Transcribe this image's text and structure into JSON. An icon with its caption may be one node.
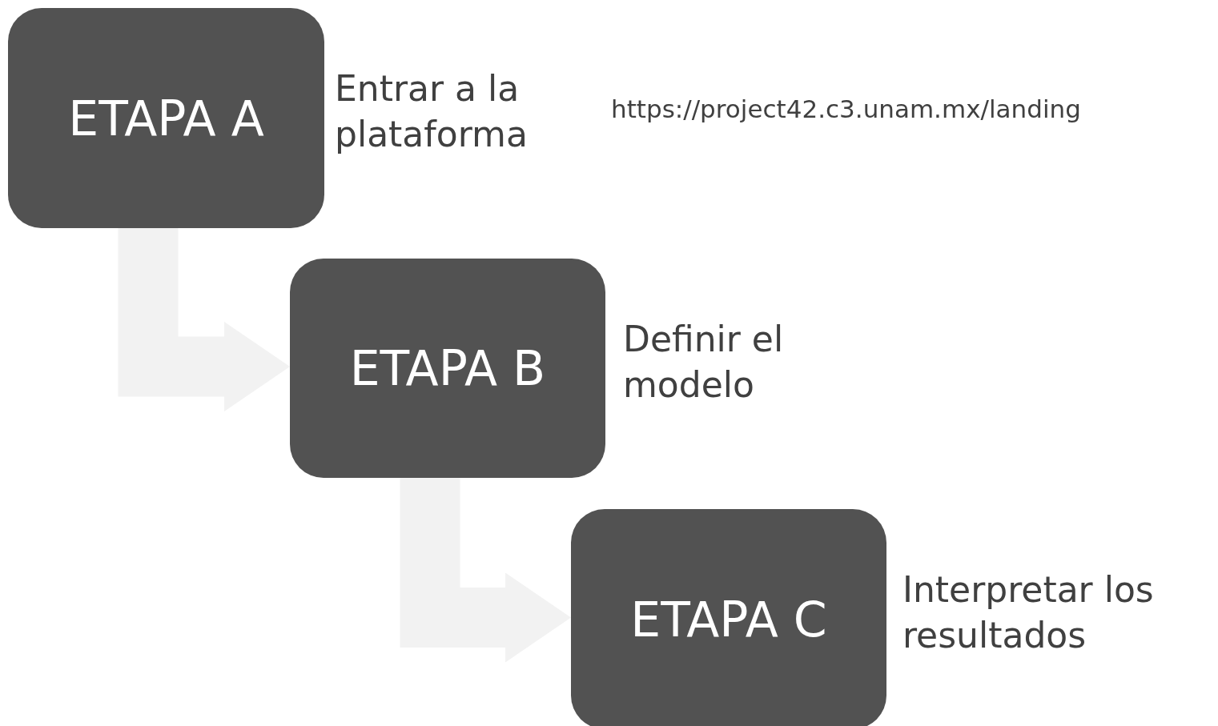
{
  "diagram": {
    "nodes": [
      {
        "text": [
          "ETAPA A"
        ],
        "beside": [
          "Entrar a la plataforma"
        ]
      },
      {
        "text": [
          "ETAPA B"
        ],
        "beside": [
          "Definir el modelo"
        ]
      },
      {
        "text": [
          "ETAPA C"
        ],
        "beside": [
          "Interpretar los resultados"
        ]
      }
    ],
    "edges": [
      {
        "from": 0,
        "to": 1,
        "arrow": "to"
      },
      {
        "from": 1,
        "to": 2,
        "arrow": "to"
      }
    ],
    "labels": [
      "https://project42.c3.unam.mx/landing"
    ]
  }
}
